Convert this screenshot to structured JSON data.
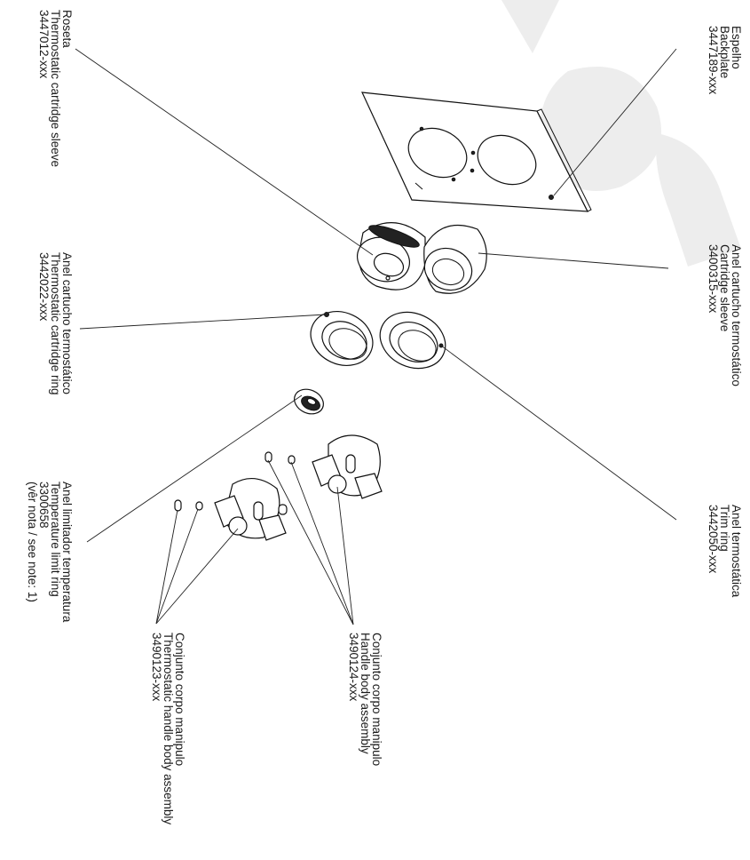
{
  "labels": {
    "backplate": {
      "line1": "Espelho",
      "line2": "Backplate",
      "code": "3447189-xxx"
    },
    "roseta": {
      "line1": "Roseta",
      "line2": "Thermostatic cartridge sleeve",
      "code": "3447012-xxx"
    },
    "cartridge_sleeve": {
      "line1": "Anel cartucho termostático",
      "line2": "Cartridge sleeve",
      "code": "3400315-xxx"
    },
    "cartridge_ring": {
      "line1": "Anel cartucho termostático",
      "line2": "Thermostatic cartridge ring",
      "code": "3442022-xxx"
    },
    "trim_ring": {
      "line1": "Anel termostática",
      "line2": "Trim ring",
      "code": "3442050-xxx"
    },
    "temp_limit": {
      "line1": "Anel limitador temperatura",
      "line2": "Temperature limit ring",
      "code": "3300658",
      "note": "(vêr nota / see note: 1)"
    },
    "handle_body": {
      "line1": "Conjunto corpo manipulo",
      "line2": "Handle body assembly",
      "code": "3490124-xxx"
    },
    "thermo_handle": {
      "line1": "Conjunto corpo manipulo",
      "line2": "Thermostatic handle body assembly",
      "code": "3490123-xxx"
    }
  },
  "colors": {
    "ink": "#111111",
    "watermark": "#eeeeee"
  }
}
